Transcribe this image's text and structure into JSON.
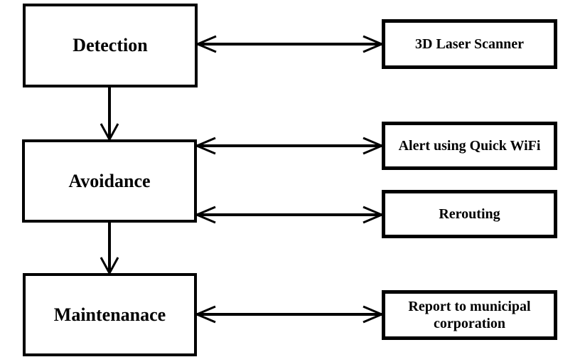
{
  "diagram": {
    "background_color": "#ffffff",
    "ink_color": "#000000",
    "stages": [
      {
        "id": "detection",
        "label": "Detection"
      },
      {
        "id": "avoidance",
        "label": "Avoidance"
      },
      {
        "id": "maintenance",
        "label": "Maintenanace"
      }
    ],
    "components": [
      {
        "id": "scanner",
        "label": "3D Laser Scanner"
      },
      {
        "id": "alert",
        "label": "Alert using Quick WiFi"
      },
      {
        "id": "rerouting",
        "label": "Rerouting"
      },
      {
        "id": "report",
        "label": "Report to municipal corporation"
      }
    ],
    "connections": [
      {
        "from": "detection",
        "to": "scanner",
        "type": "bidirectional"
      },
      {
        "from": "avoidance",
        "to": "alert",
        "type": "bidirectional"
      },
      {
        "from": "avoidance",
        "to": "rerouting",
        "type": "bidirectional"
      },
      {
        "from": "maintenance",
        "to": "report",
        "type": "bidirectional"
      },
      {
        "from": "detection",
        "to": "avoidance",
        "type": "directed-down"
      },
      {
        "from": "avoidance",
        "to": "maintenance",
        "type": "directed-down"
      }
    ]
  }
}
